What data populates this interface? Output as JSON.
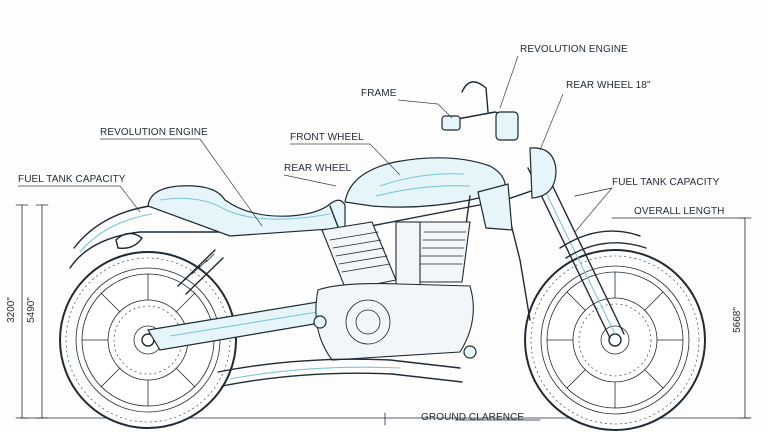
{
  "labels": {
    "revolution_engine_top": "REVOLUTION ENGINE",
    "rear_wheel_18": "REAR WHEEL 18\"",
    "frame": "FRAME",
    "revolution_engine_left": "REVOLUTION ENGINE",
    "front_wheel": "FRONT WHEEL",
    "rear_wheel": "REAR WHEEL",
    "fuel_tank_capacity_left": "FUEL TANK CAPACITY",
    "fuel_tank_capacity_right": "FUEL TANK CAPACITY",
    "overall_length": "OVERALL LENGTH",
    "ground_clearance": "GROUND CLARENCE"
  },
  "dimensions": {
    "left_outer": "3200\"",
    "left_inner": "5490\"",
    "right": "5668\""
  },
  "colors": {
    "ink": "#1f2a33",
    "accent": "#7cc6d8",
    "accent_fill": "#e6f5fa"
  }
}
